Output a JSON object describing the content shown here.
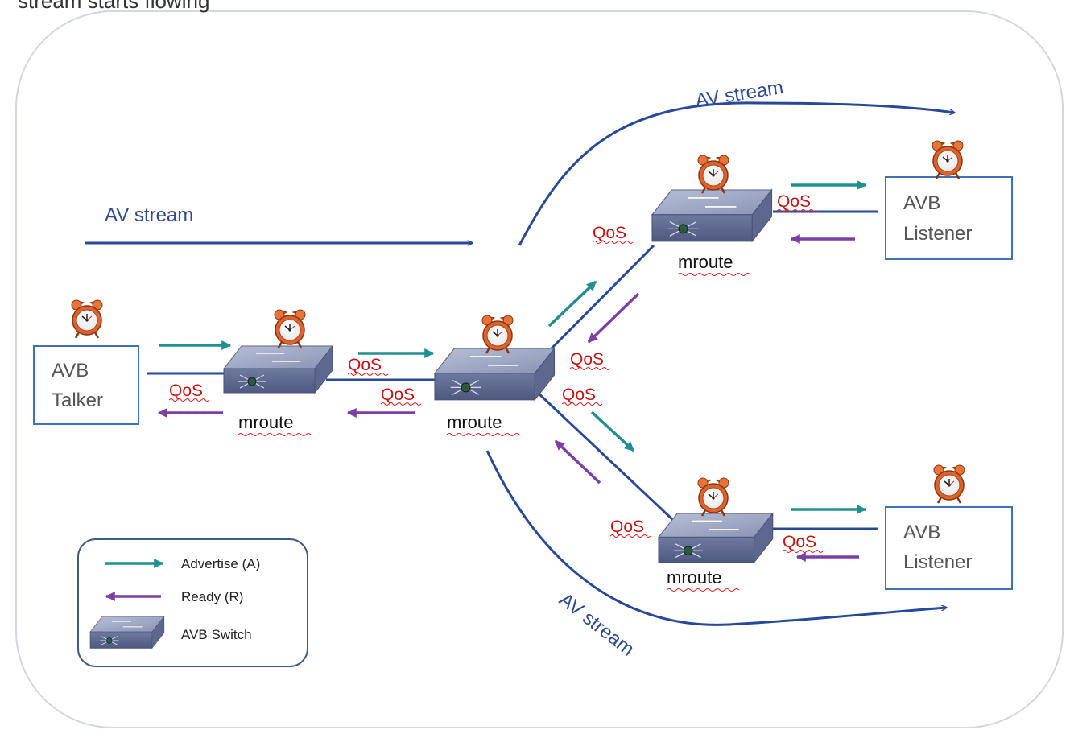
{
  "caption": "stream starts flowing",
  "colors": {
    "stream": "#27499a",
    "advertise": "#1f8f8f",
    "ready": "#7b3fa6",
    "qos": "#cc1111",
    "node_border": "#3d72b8",
    "frame_border": "#cfd4dc"
  },
  "talker": {
    "line1": "AVB",
    "line2": "Talker",
    "icon": "alarm-clock-icon"
  },
  "listeners": [
    {
      "line1": "AVB",
      "line2": "Listener",
      "icon": "alarm-clock-icon"
    },
    {
      "line1": "AVB",
      "line2": "Listener",
      "icon": "alarm-clock-icon"
    }
  ],
  "switches": [
    {
      "label": "mroute",
      "icon": "network-switch-icon"
    },
    {
      "label": "mroute",
      "icon": "network-switch-icon"
    },
    {
      "label": "mroute",
      "icon": "network-switch-icon"
    },
    {
      "label": "mroute",
      "icon": "network-switch-icon"
    }
  ],
  "qos_label": "QoS",
  "stream_labels": [
    "AV stream",
    "AV stream",
    "AV stream"
  ],
  "legend": {
    "advertise": "Advertise (A)",
    "ready": "Ready (R)",
    "switch": "AVB Switch"
  }
}
